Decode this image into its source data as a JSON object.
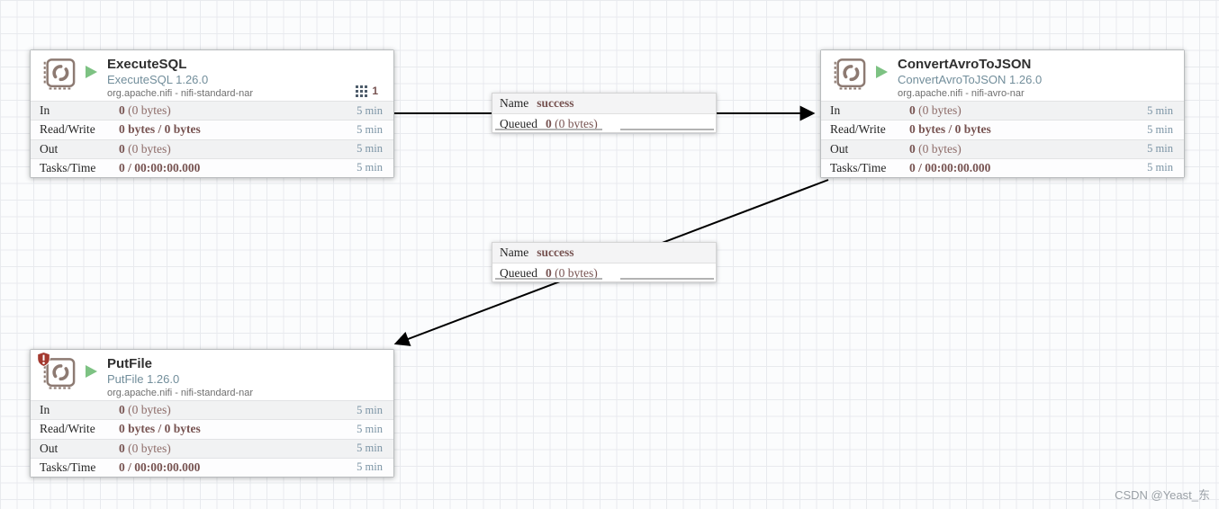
{
  "canvas": {
    "watermark": "CSDN @Yeast_东",
    "background": "#fbfcfd",
    "grid_color": "#e8eaee"
  },
  "colors": {
    "stat_value": "#775351",
    "timeframe": "#7a93a4",
    "type_subtitle": "#728e9b",
    "running_green": "#7dc283",
    "icon_brown": "#8d7a72",
    "invalid_red": "#a3392f",
    "connector_black": "#000000"
  },
  "processors": [
    {
      "name": "ExecuteSQL",
      "type_version": "ExecuteSQL 1.26.0",
      "bundle": "org.apache.nifi - nifi-standard-nar",
      "tasks_badge_count": "1",
      "stats": [
        {
          "label": "In",
          "value_bold": "0",
          "value_light": "(0 bytes)",
          "time": "5 min"
        },
        {
          "label": "Read/Write",
          "value_bold": "0 bytes / 0 bytes",
          "value_light": "",
          "time": "5 min"
        },
        {
          "label": "Out",
          "value_bold": "0",
          "value_light": "(0 bytes)",
          "time": "5 min"
        },
        {
          "label": "Tasks/Time",
          "value_bold": "0 / 00:00:00.000",
          "value_light": "",
          "time": "5 min"
        }
      ]
    },
    {
      "name": "ConvertAvroToJSON",
      "type_version": "ConvertAvroToJSON 1.26.0",
      "bundle": "org.apache.nifi - nifi-avro-nar",
      "tasks_badge_count": "",
      "stats": [
        {
          "label": "In",
          "value_bold": "0",
          "value_light": "(0 bytes)",
          "time": "5 min"
        },
        {
          "label": "Read/Write",
          "value_bold": "0 bytes / 0 bytes",
          "value_light": "",
          "time": "5 min"
        },
        {
          "label": "Out",
          "value_bold": "0",
          "value_light": "(0 bytes)",
          "time": "5 min"
        },
        {
          "label": "Tasks/Time",
          "value_bold": "0 / 00:00:00.000",
          "value_light": "",
          "time": "5 min"
        }
      ]
    },
    {
      "name": "PutFile",
      "type_version": "PutFile 1.26.0",
      "bundle": "org.apache.nifi - nifi-standard-nar",
      "tasks_badge_count": "",
      "stats": [
        {
          "label": "In",
          "value_bold": "0",
          "value_light": "(0 bytes)",
          "time": "5 min"
        },
        {
          "label": "Read/Write",
          "value_bold": "0 bytes / 0 bytes",
          "value_light": "",
          "time": "5 min"
        },
        {
          "label": "Out",
          "value_bold": "0",
          "value_light": "(0 bytes)",
          "time": "5 min"
        },
        {
          "label": "Tasks/Time",
          "value_bold": "0 / 00:00:00.000",
          "value_light": "",
          "time": "5 min"
        }
      ]
    }
  ],
  "connections": [
    {
      "name_label": "Name",
      "name_value": "success",
      "queued_label": "Queued",
      "queued_bold": "0",
      "queued_light": "(0 bytes)"
    },
    {
      "name_label": "Name",
      "name_value": "success",
      "queued_label": "Queued",
      "queued_bold": "0",
      "queued_light": "(0 bytes)"
    }
  ]
}
